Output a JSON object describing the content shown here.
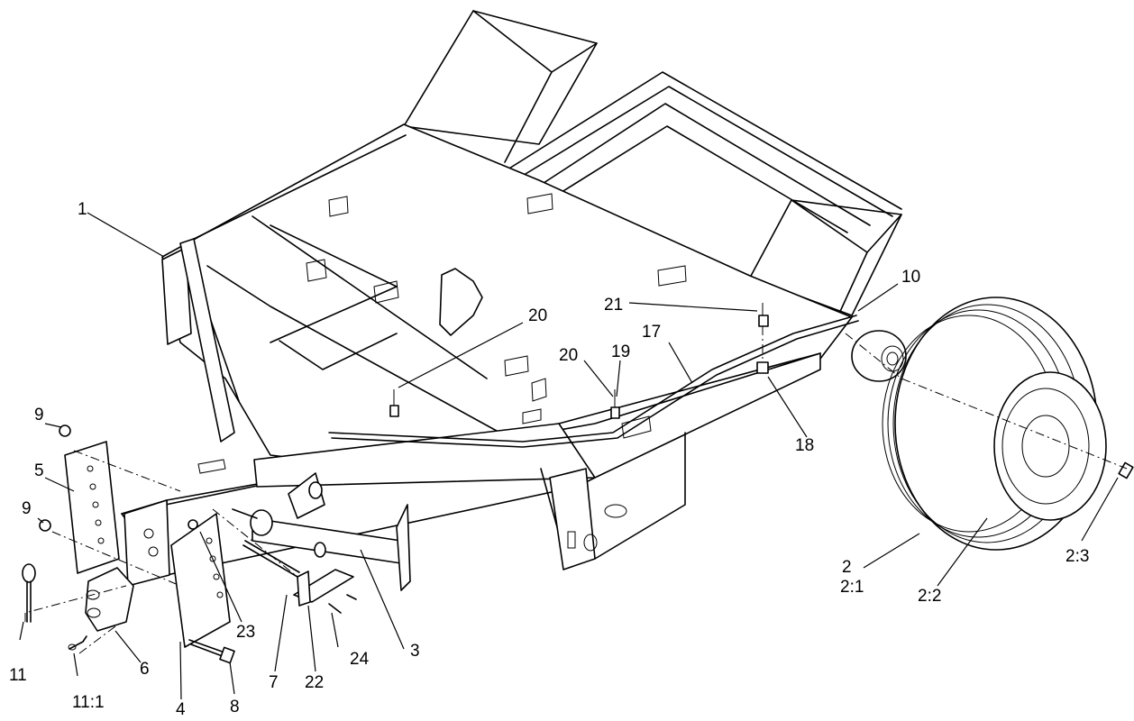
{
  "callouts": {
    "c1": "1",
    "c2": "2",
    "c2_1": "2:1",
    "c2_2": "2:2",
    "c2_3": "2:3",
    "c3": "3",
    "c4": "4",
    "c5": "5",
    "c6": "6",
    "c7": "7",
    "c8": "8",
    "c9a": "9",
    "c9b": "9",
    "c10": "10",
    "c11": "11",
    "c11_1": "11:1",
    "c17": "17",
    "c18": "18",
    "c19": "19",
    "c20a": "20",
    "c20b": "20",
    "c21": "21",
    "c22": "22",
    "c23": "23",
    "c24": "24"
  },
  "colors": {
    "line": "#000000",
    "background": "#ffffff"
  }
}
